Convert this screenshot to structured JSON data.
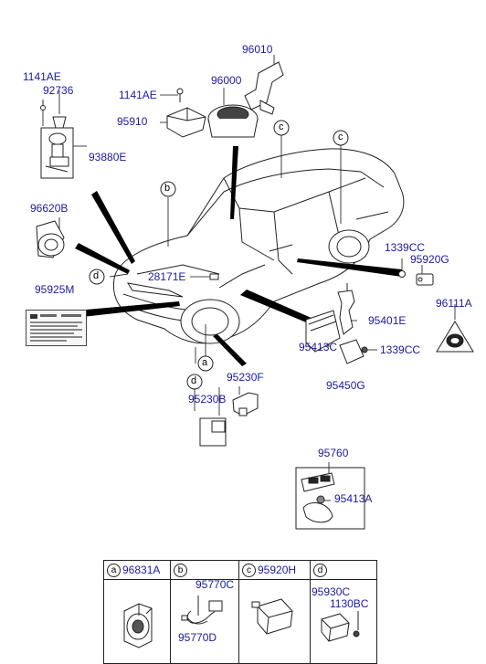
{
  "parts": {
    "p96010": "96010",
    "p96000": "96000",
    "p1141AE_top": "1141AE",
    "p92736": "92736",
    "p1141AE_mid": "1141AE",
    "p95910": "95910",
    "p93880E": "93880E",
    "p96620B": "96620B",
    "p95925M": "95925M",
    "p28171E": "28171E",
    "p1339CC_top": "1339CC",
    "p95920G": "95920G",
    "p96111A": "96111A",
    "p95401E": "95401E",
    "p1339CC_mid": "1339CC",
    "p95413C": "95413C",
    "p95450G": "95450G",
    "p95230F": "95230F",
    "p95230B": "95230B",
    "p95760": "95760",
    "p95413A": "95413A"
  },
  "callouts": {
    "b": "b",
    "c_left": "c",
    "c_right": "c",
    "d_left": "d",
    "a": "a",
    "d_low": "d"
  },
  "legend": {
    "a": {
      "letter": "a",
      "part": "96831A"
    },
    "b": {
      "letter": "b",
      "part_top": "95770C",
      "part_bottom": "95770D"
    },
    "c": {
      "letter": "c",
      "part": "95920H"
    },
    "d": {
      "letter": "d",
      "part_top": "95930C",
      "part_mid": "1130BC"
    }
  }
}
